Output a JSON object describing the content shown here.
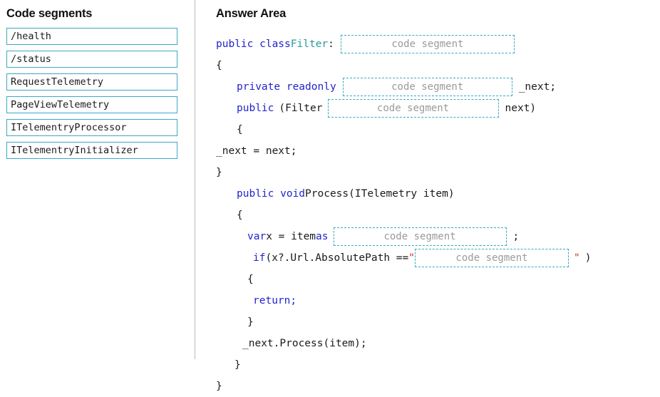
{
  "left_panel": {
    "title": "Code segments",
    "segments": [
      {
        "label": "/health"
      },
      {
        "label": "/status"
      },
      {
        "label": "RequestTelemetry"
      },
      {
        "label": "PageViewTelemetry"
      },
      {
        "label": "ITelementryProcessor"
      },
      {
        "label": "ITelementryInitializer"
      }
    ]
  },
  "right_panel": {
    "title": "Answer Area",
    "drop_placeholder": "code segment",
    "code": {
      "l1_a": "public class ",
      "l1_type": "Filter",
      "l1_b": " :",
      "l2": "{",
      "l3_kw": "private readonly",
      "l3_tail": "_next;",
      "l4_kw": "public",
      "l4_mid": "(Filter",
      "l4_tail": "next)",
      "l5": "{",
      "l6": "_next = next;",
      "l7": "}",
      "l8_kw": "public void ",
      "l8_tail": "Process(ITelemetry item)",
      "l9": "{",
      "l10_kw1": "var",
      "l10_mid": " x = item ",
      "l10_kw2": "as",
      "l10_tail": ";",
      "l11_kw": "if",
      "l11_mid": " (x?.Url.AbsolutePath == ",
      "l11_quote_open": "\"",
      "l11_quote_close": "\"",
      "l11_tail": ")",
      "l12": "{",
      "l13_kw": "return;",
      "l14": "}",
      "l15": "_next.Process(item);",
      "l16": "}",
      "l17": "}"
    }
  },
  "colors": {
    "accent_border": "#3ba9c4",
    "keyword": "#2323cf",
    "type": "#2b9a9a",
    "string": "#c7342b",
    "text": "#1a1a1a",
    "placeholder": "#9a9a9a",
    "divider": "#b9b9b9"
  }
}
